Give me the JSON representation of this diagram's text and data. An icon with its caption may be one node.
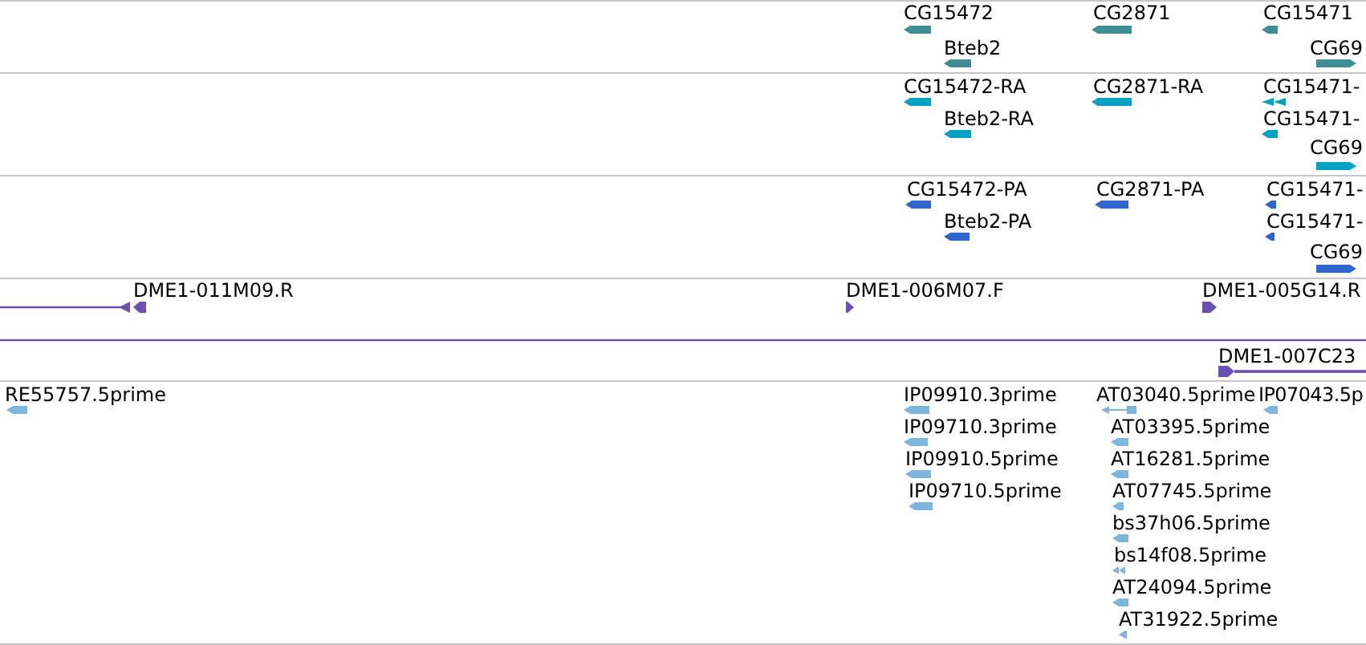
{
  "diagram": {
    "nodes": [
      {
        "text": [
          "CG15472"
        ]
      },
      {
        "text": [
          "CG2871"
        ]
      },
      {
        "text": [
          "CG15471"
        ]
      },
      {
        "text": [
          "Bteb2"
        ]
      },
      {
        "text": [
          "CG69"
        ]
      },
      {
        "text": [
          "CG15472-RA"
        ]
      },
      {
        "text": [
          "CG2871-RA"
        ]
      },
      {
        "text": [
          "CG15471-"
        ]
      },
      {
        "text": [
          "Bteb2-RA"
        ]
      },
      {
        "text": [
          "CG15471-"
        ]
      },
      {
        "text": [
          "CG69"
        ]
      },
      {
        "text": [
          "CG15472-PA"
        ]
      },
      {
        "text": [
          "CG2871-PA"
        ]
      },
      {
        "text": [
          "CG15471-"
        ]
      },
      {
        "text": [
          "Bteb2-PA"
        ]
      },
      {
        "text": [
          "CG15471-"
        ]
      },
      {
        "text": [
          "CG69"
        ]
      },
      {
        "text": [],
        "shape": "line"
      },
      {
        "text": [
          "DME1-011M09.R"
        ]
      },
      {
        "text": [
          "DME1-006M07.F"
        ]
      },
      {
        "text": [
          "DME1-005G14.R"
        ]
      },
      {
        "text": [],
        "shape": "line"
      },
      {
        "text": [
          "DME1-007C23"
        ]
      },
      {
        "text": [
          "RE55757.5prime"
        ]
      },
      {
        "text": [
          "IP09910.3prime"
        ]
      },
      {
        "text": [
          "AT03040.5prime"
        ]
      },
      {
        "text": [
          "IP07043.5p"
        ]
      },
      {
        "text": [
          "IP09710.3prime"
        ]
      },
      {
        "text": [
          "AT03395.5prime"
        ]
      },
      {
        "text": [
          "IP09910.5prime"
        ]
      },
      {
        "text": [
          "AT16281.5prime"
        ]
      },
      {
        "text": [
          "IP09710.5prime"
        ]
      },
      {
        "text": [
          "AT07745.5prime"
        ]
      },
      {
        "text": [
          "bs37h06.5prime"
        ]
      },
      {
        "text": [
          "bs14f08.5prime"
        ]
      },
      {
        "text": [
          "AT24094.5prime"
        ]
      },
      {
        "text": [
          "AT31922.5prime"
        ]
      }
    ]
  }
}
